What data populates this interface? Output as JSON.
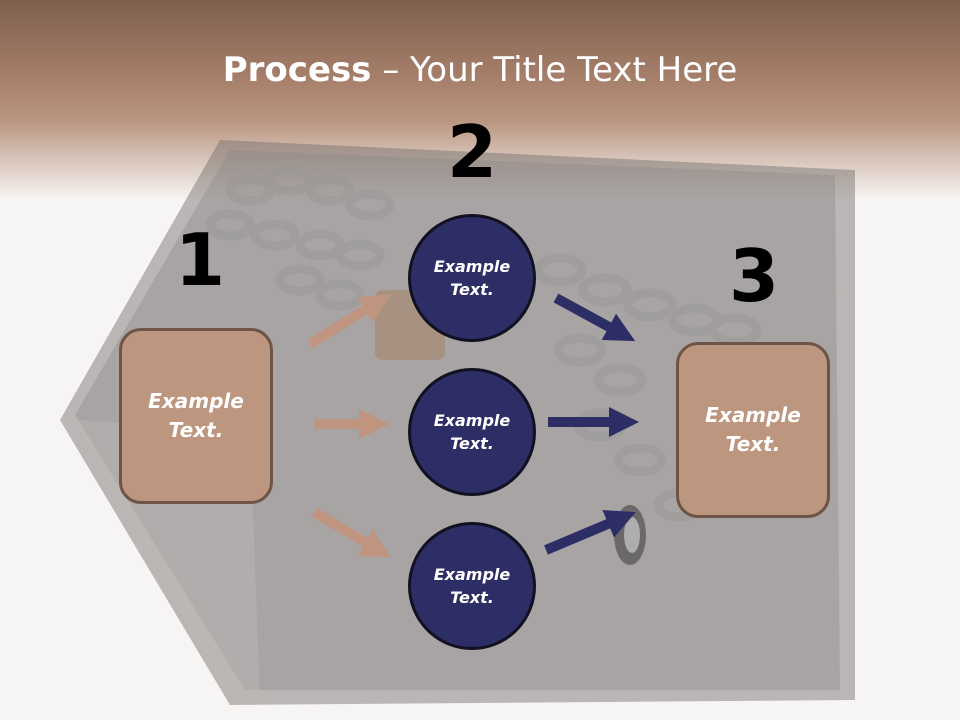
{
  "title": {
    "bold": "Process",
    "rest": " – Your Title Text Here"
  },
  "steps": {
    "one": {
      "number": "1",
      "text": "Example Text."
    },
    "two": {
      "number": "2",
      "items": [
        "Example Text.",
        "Example Text.",
        "Example Text."
      ]
    },
    "three": {
      "number": "3",
      "text": "Example Text."
    }
  },
  "colors": {
    "box_fill": "#bd9680",
    "circle_fill": "#2e2e66",
    "arrow_left": "#c09580",
    "arrow_right": "#2e2e66"
  },
  "background_image": "binder-with-chains"
}
